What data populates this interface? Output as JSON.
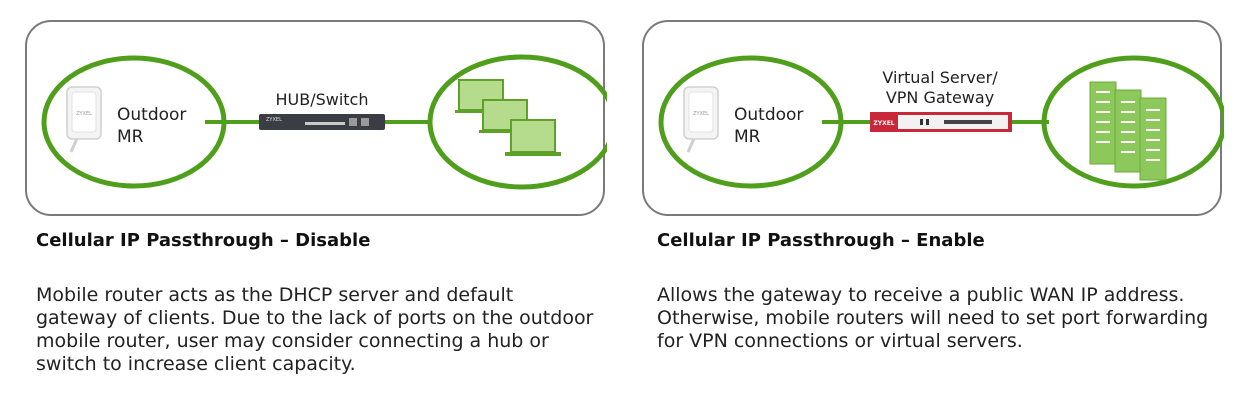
{
  "left": {
    "router_label_line1": "Outdoor",
    "router_label_line2": "MR",
    "device_label": "HUB/Switch",
    "heading": "Cellular IP Passthrough – Disable",
    "description": "Mobile router acts as the DHCP server and default gateway of clients. Due to the lack of ports on the outdoor mobile router, user may consider connecting a hub or switch to increase client capacity."
  },
  "right": {
    "router_label_line1": "Outdoor",
    "router_label_line2": "MR",
    "device_label_line1": "Virtual Server/",
    "device_label_line2": "VPN Gateway",
    "device_brand": "ZYXEL",
    "heading": "Cellular IP Passthrough – Enable",
    "description": "Allows the gateway to receive a public WAN IP address. Otherwise, mobile routers will need to set port forwarding for VPN connections or virtual servers."
  },
  "colors": {
    "accent_green": "#4f9f1c",
    "device_green": "#a8d47c",
    "firewall_red": "#c8283a",
    "panel_border": "#7a7a7a"
  }
}
